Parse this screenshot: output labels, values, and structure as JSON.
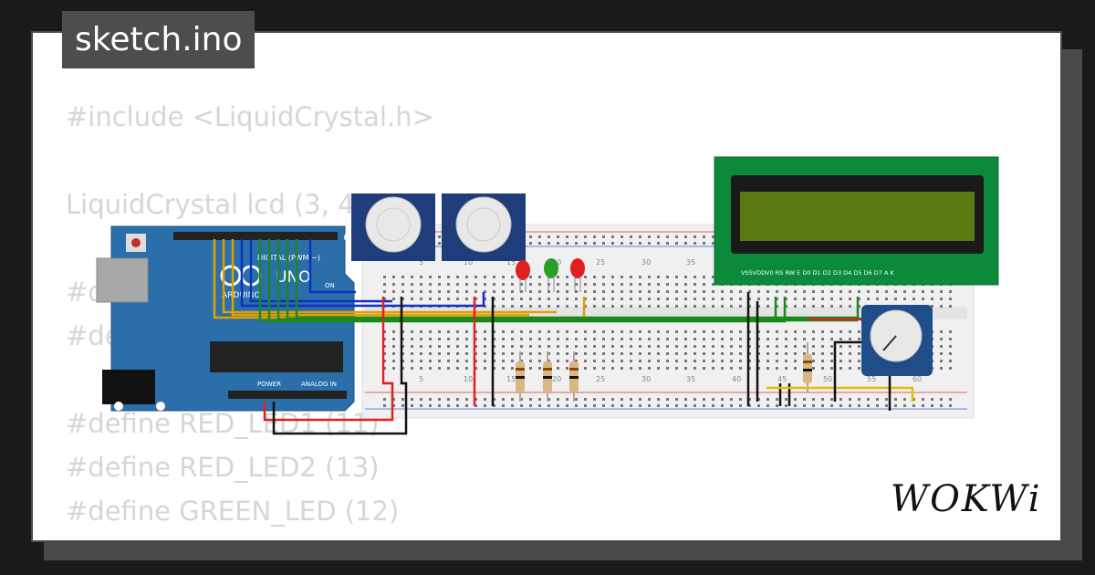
{
  "file_tab": "sketch.ino",
  "code_lines": [
    "#include <LiquidCrystal.h>",
    "",
    "LiquidCrystal lcd (3, 4, 5, 6, 7, 8)",
    "",
    "#d",
    "#de",
    "",
    "",
    "#define RED_LED1 (11)",
    "#define RED_LED2 (13)",
    "#define GREEN_LED (12)"
  ],
  "logo": "WOKWi",
  "arduino": {
    "brand": "ARDUINO",
    "model": "UNO",
    "digital_label": "DIGITAL (PWM ~)",
    "power_label": "POWER",
    "analog_label": "ANALOG IN",
    "on_label": "ON"
  },
  "lcd_pins": "VSSVDDV0 RS RW E  D0 D1 D2 D3 D4 D5 D6 D7 A  K",
  "breadboard_numbers": [
    "5",
    "10",
    "15",
    "20",
    "25",
    "30",
    "35",
    "40",
    "45",
    "50",
    "55",
    "60"
  ],
  "colors": {
    "background": "#1a1a1a",
    "card": "#ffffff",
    "tag_bg": "#4d4d4d",
    "code_text": "#d6d6d6"
  }
}
